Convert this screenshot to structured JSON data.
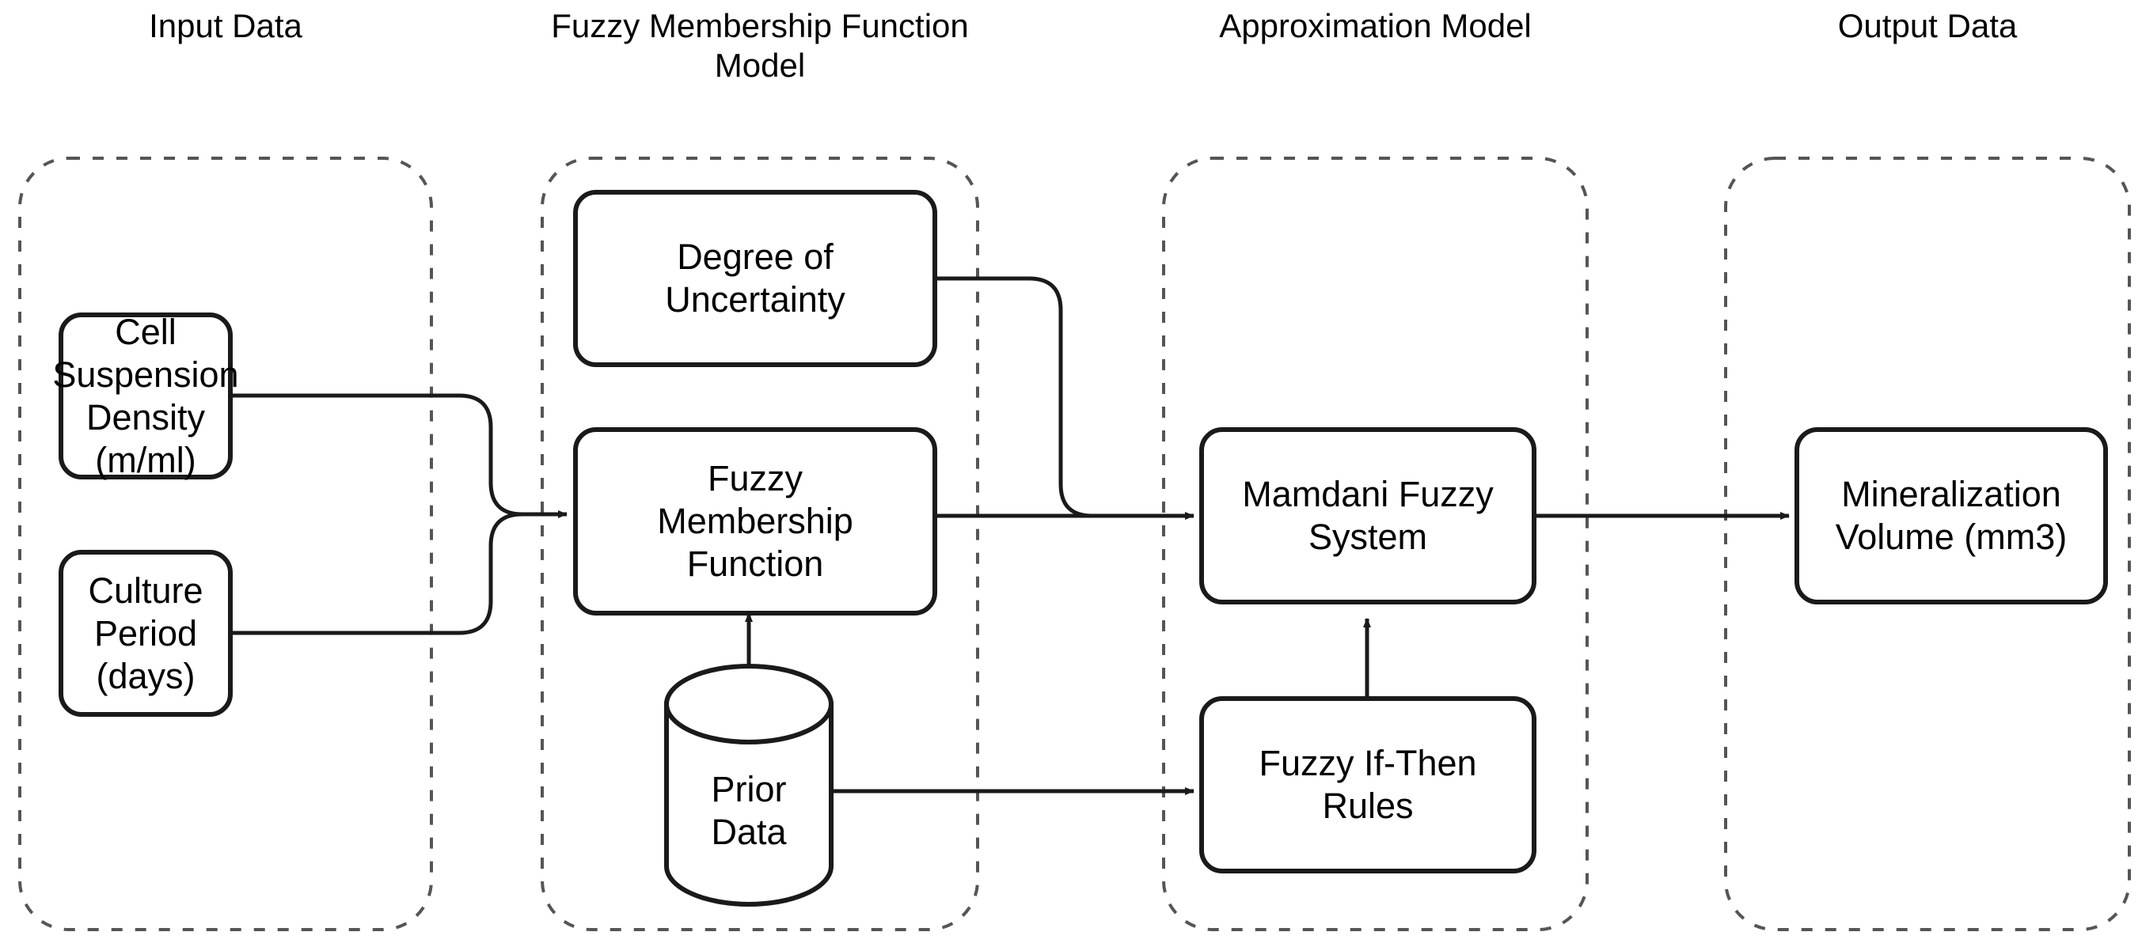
{
  "diagram": {
    "title": "Fuzzy Approximation Model Pipeline",
    "background_color": "#ffffff",
    "stroke_color": "#1a1a1a",
    "container_stroke_color": "#555555",
    "columns": [
      {
        "id": "input-data",
        "label": "Input Data"
      },
      {
        "id": "fuzzy-membership-function-model",
        "label": "Fuzzy Membership Function\nModel"
      },
      {
        "id": "approximation-model",
        "label": "Approximation Model"
      },
      {
        "id": "output-data",
        "label": "Output Data"
      }
    ],
    "nodes": [
      {
        "id": "cell-suspension-density",
        "label": "Cell Suspension\nDensity (m/ml)",
        "shape": "rounded-rect",
        "column": "input-data"
      },
      {
        "id": "culture-period",
        "label": "Culture Period\n(days)",
        "shape": "rounded-rect",
        "column": "input-data"
      },
      {
        "id": "degree-of-uncertainty",
        "label": "Degree of\nUncertainty",
        "shape": "rounded-rect",
        "column": "fuzzy-membership-function-model"
      },
      {
        "id": "fuzzy-membership-function",
        "label": "Fuzzy\nMembership\nFunction",
        "shape": "rounded-rect",
        "column": "fuzzy-membership-function-model"
      },
      {
        "id": "prior-data",
        "label": "Prior\nData",
        "shape": "cylinder",
        "column": "fuzzy-membership-function-model"
      },
      {
        "id": "mamdani-fuzzy-system",
        "label": "Mamdani Fuzzy\nSystem",
        "shape": "rounded-rect",
        "column": "approximation-model"
      },
      {
        "id": "fuzzy-if-then-rules",
        "label": "Fuzzy If-Then\nRules",
        "shape": "rounded-rect",
        "column": "approximation-model"
      },
      {
        "id": "mineralization-volume",
        "label": "Mineralization\nVolume (mm3)",
        "shape": "rounded-rect",
        "column": "output-data"
      }
    ],
    "edges": [
      {
        "id": "cell-suspension-density-to-fuzzy-membership-function",
        "from": "cell-suspension-density",
        "to": "fuzzy-membership-function",
        "arrow": true
      },
      {
        "id": "culture-period-to-fuzzy-membership-function",
        "from": "culture-period",
        "to": "fuzzy-membership-function",
        "arrow": true
      },
      {
        "id": "degree-of-uncertainty-to-mamdani-fuzzy-system",
        "from": "degree-of-uncertainty",
        "to": "mamdani-fuzzy-system",
        "arrow": true
      },
      {
        "id": "fuzzy-membership-function-to-mamdani-fuzzy-system",
        "from": "fuzzy-membership-function",
        "to": "mamdani-fuzzy-system",
        "arrow": true
      },
      {
        "id": "prior-data-to-fuzzy-membership-function",
        "from": "prior-data",
        "to": "fuzzy-membership-function",
        "arrow": true
      },
      {
        "id": "prior-data-to-fuzzy-if-then-rules",
        "from": "prior-data",
        "to": "fuzzy-if-then-rules",
        "arrow": true
      },
      {
        "id": "fuzzy-if-then-rules-to-mamdani-fuzzy-system",
        "from": "fuzzy-if-then-rules",
        "to": "mamdani-fuzzy-system",
        "arrow": true
      },
      {
        "id": "mamdani-fuzzy-system-to-mineralization-volume",
        "from": "mamdani-fuzzy-system",
        "to": "mineralization-volume",
        "arrow": true
      }
    ]
  }
}
